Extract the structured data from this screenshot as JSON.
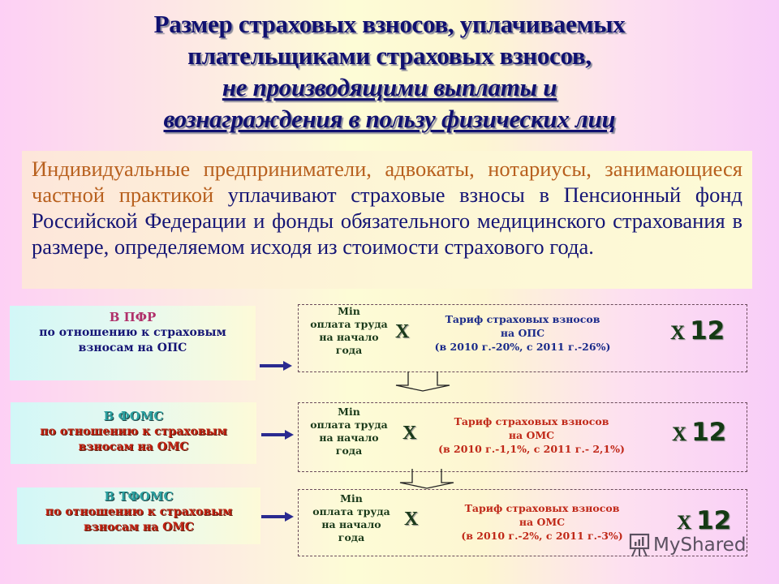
{
  "title": {
    "line1": "Размер страховых взносов, уплачиваемых",
    "line2": "плательщиками страховых взносов,",
    "line3": "не производящими выплаты и",
    "line4": "вознаграждения в пользу физических лиц"
  },
  "intro": {
    "highlight": "Индивидуальные предприниматели, адвокаты, нотариусы, занимающиеся частной практикой",
    "rest": " уплачивают страховые взносы в Пенсионный фонд Российской Федерации и фонды обязательного медицинского страхования в размере, определяемом исходя из стоимости страхового года."
  },
  "rows": [
    {
      "head": "В ПФР",
      "line1": "по отношению к страховым",
      "line2": "взносам на ОПС",
      "min_wage": [
        "Min",
        "оплата труда",
        "на начало",
        "года"
      ],
      "times": "X",
      "tariff": [
        "Тариф страховых взносов",
        "на ОПС",
        "(в 2010 г.-20%, с 2011 г.-26%)"
      ],
      "mult_x": "X",
      "mult_n": "12"
    },
    {
      "head": "В ФОМС",
      "line1": "по отношению к страховым",
      "line2": "взносам на ОМС",
      "min_wage": [
        "Min",
        "оплата труда",
        "на начало",
        "года"
      ],
      "times": "X",
      "tariff": [
        "Тариф страховых взносов",
        "на ОМС",
        "(в 2010 г.-1,1%, с 2011 г.- 2,1%)"
      ],
      "mult_x": "X",
      "mult_n": "12"
    },
    {
      "head": "В ТФОМС",
      "line1": "по отношению к страховым",
      "line2": "взносам на ОМС",
      "min_wage": [
        "Min",
        "оплата труда",
        "на начало",
        "года"
      ],
      "times": "X",
      "tariff": [
        "Тариф страховых взносов",
        "на ОМС",
        "(в 2010 г.-2%, с 2011 г.-3%)"
      ],
      "mult_x": "X",
      "mult_n": "12"
    }
  ],
  "watermark": "MyShared",
  "colors": {
    "title": "#101070",
    "highlight": "#b8601e",
    "body_text": "#151575",
    "red_text": "#c02010",
    "teal_head": "#2aa0a0",
    "pink_head": "#b0306a",
    "dark_green": "#143a14"
  }
}
